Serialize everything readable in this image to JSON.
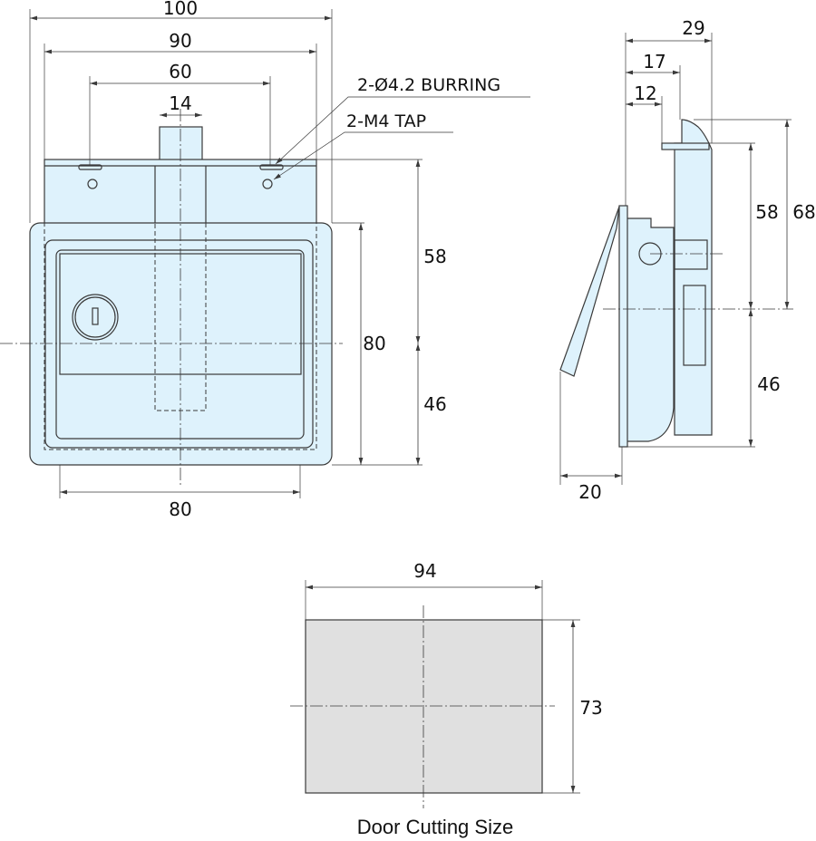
{
  "front_view": {
    "dims": {
      "overall_width": "100",
      "plate_width": "90",
      "hole_spacing": "60",
      "shaft_width": "14",
      "upper_height": "58",
      "lower_height": "46",
      "body_height": "80",
      "body_width": "80"
    },
    "callouts": {
      "burring": "2-Ø4.2 BURRING",
      "tap": "2-M4 TAP"
    }
  },
  "side_view": {
    "dims": {
      "depth_total": "29",
      "depth_mid": "17",
      "depth_small": "12",
      "upper_height": "58",
      "hook_height": "68",
      "lower_height": "46",
      "handle_projection": "20"
    }
  },
  "door_cutout": {
    "dims": {
      "width": "94",
      "height": "73"
    },
    "caption": "Door Cutting Size",
    "fill_color": "#e0e0e0"
  },
  "colors": {
    "part_fill": "#def2fc",
    "line": "#3a3a3a"
  }
}
